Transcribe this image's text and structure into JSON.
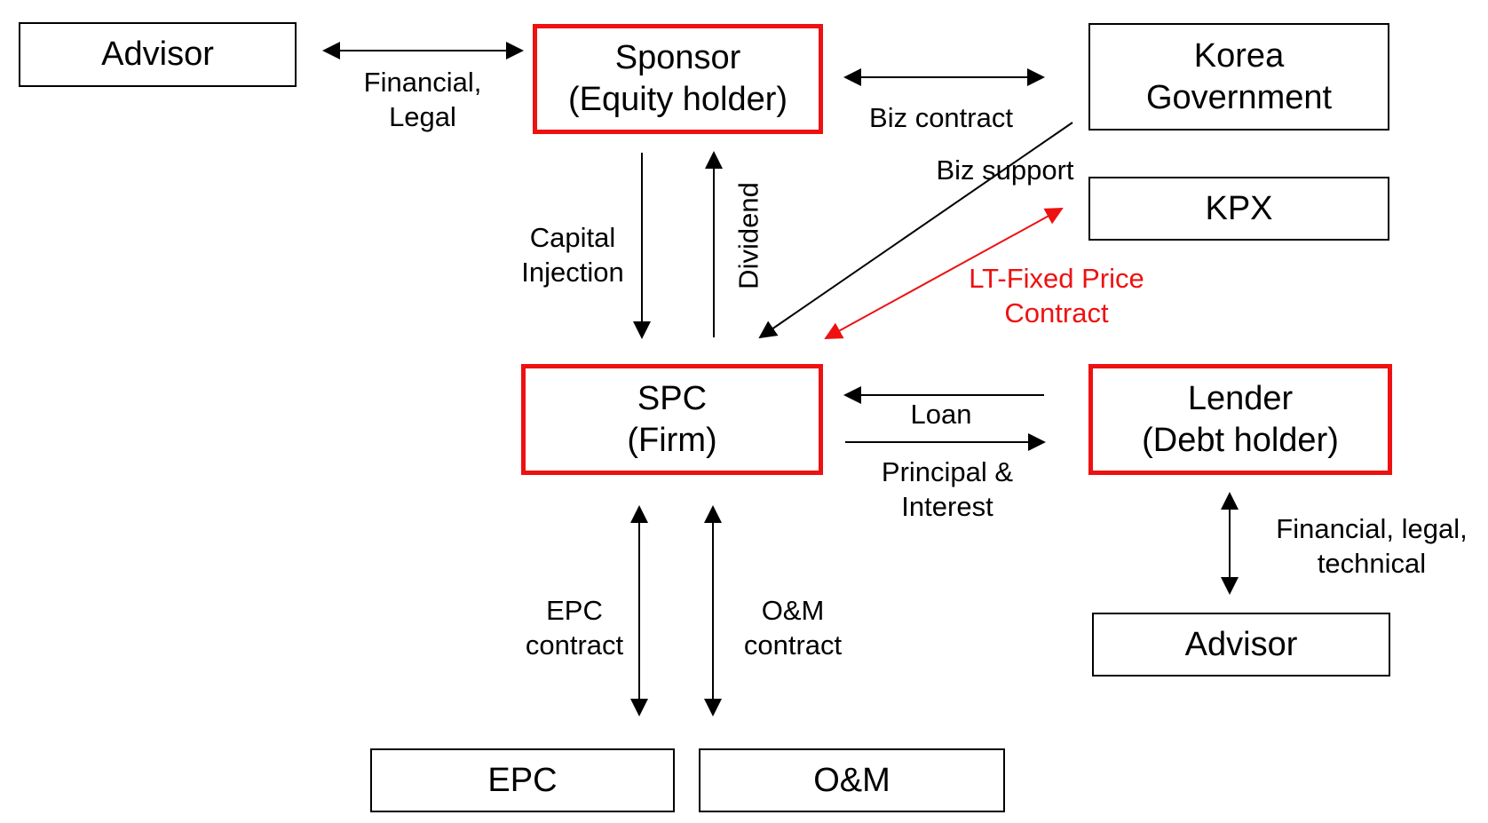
{
  "nodes": {
    "advisor_left": {
      "lines": [
        "Advisor"
      ]
    },
    "sponsor": {
      "lines": [
        "Sponsor",
        "(Equity holder)"
      ]
    },
    "korea_government": {
      "lines": [
        "Korea",
        "Government"
      ]
    },
    "kpx": {
      "lines": [
        "KPX"
      ]
    },
    "spc": {
      "lines": [
        "SPC",
        "(Firm)"
      ]
    },
    "lender": {
      "lines": [
        "Lender",
        "(Debt holder)"
      ]
    },
    "advisor_right": {
      "lines": [
        "Advisor"
      ]
    },
    "epc": {
      "lines": [
        "EPC"
      ]
    },
    "om": {
      "lines": [
        "O&M"
      ]
    }
  },
  "edges": {
    "financial_legal": {
      "lines": [
        "Financial,",
        "Legal"
      ]
    },
    "biz_contract": {
      "lines": [
        "Biz contract"
      ]
    },
    "biz_support": {
      "lines": [
        "Biz support"
      ]
    },
    "capital_injection": {
      "lines": [
        "Capital",
        "Injection"
      ]
    },
    "dividend": {
      "lines": [
        "Dividend"
      ]
    },
    "lt_fixed_price": {
      "lines": [
        "LT-Fixed Price",
        "Contract"
      ]
    },
    "loan": {
      "lines": [
        "Loan"
      ]
    },
    "principal_interest": {
      "lines": [
        "Principal &",
        "Interest"
      ]
    },
    "financial_legal_technical": {
      "lines": [
        "Financial, legal,",
        "technical"
      ]
    },
    "epc_contract": {
      "lines": [
        "EPC",
        "contract"
      ]
    },
    "om_contract": {
      "lines": [
        "O&M",
        "contract"
      ]
    }
  },
  "colors": {
    "key_party_border": "#ee1111",
    "lt_contract": "#ee1111",
    "default": "#000000"
  }
}
